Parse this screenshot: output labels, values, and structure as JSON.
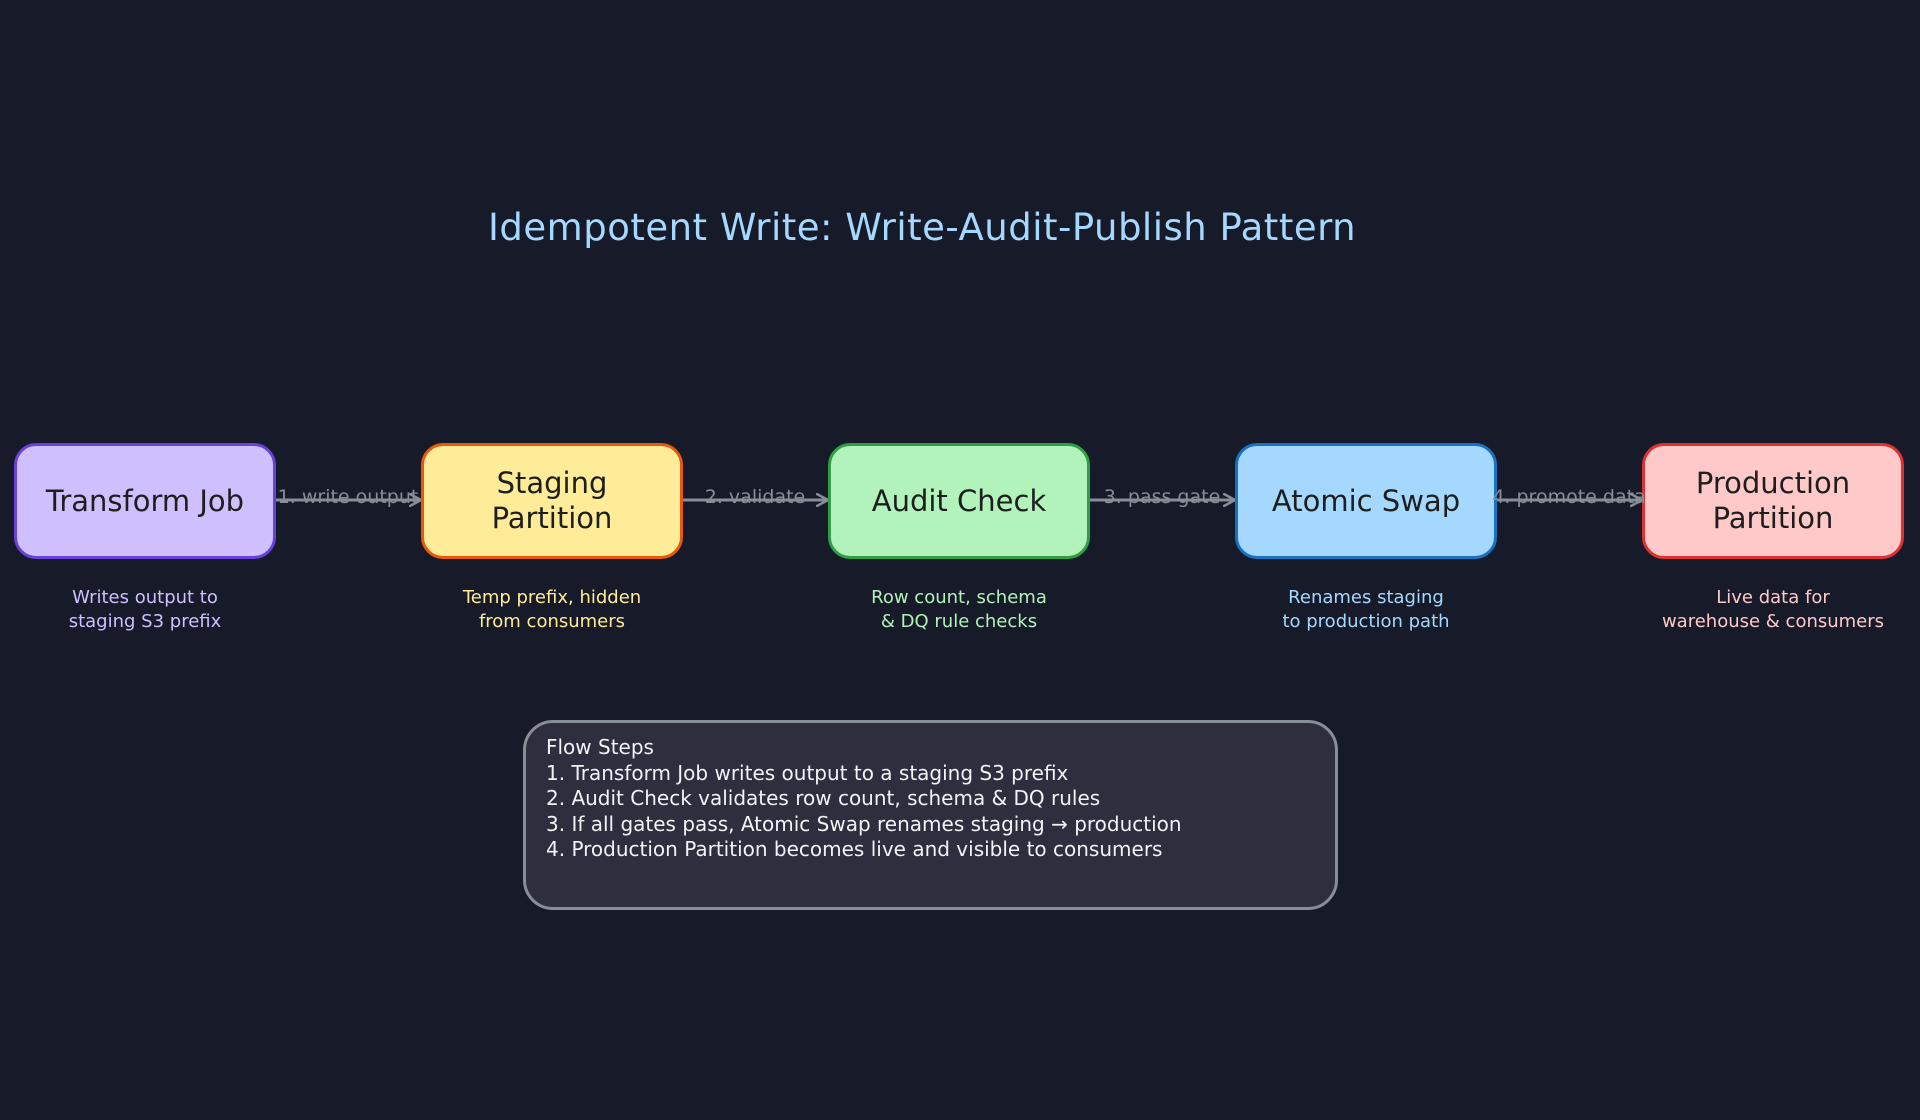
{
  "title": "Idempotent Write: Write-Audit-Publish Pattern",
  "nodes": [
    {
      "label": "Transform Job",
      "fill": "#d0bfff",
      "stroke": "#6741d9",
      "caption": "Writes output to\nstaging S3 prefix",
      "caption_color": "#d0bfff"
    },
    {
      "label": "Staging\nPartition",
      "fill": "#ffec99",
      "stroke": "#e8590c",
      "caption": "Temp prefix, hidden\nfrom consumers",
      "caption_color": "#ffec99"
    },
    {
      "label": "Audit Check",
      "fill": "#b2f2bb",
      "stroke": "#2f9e44",
      "caption": "Row count, schema\n& DQ rule checks",
      "caption_color": "#b2f2bb"
    },
    {
      "label": "Atomic Swap",
      "fill": "#a5d8ff",
      "stroke": "#1971c2",
      "caption": "Renames staging\nto production path",
      "caption_color": "#a5d8ff"
    },
    {
      "label": "Production\nPartition",
      "fill": "#ffc9c9",
      "stroke": "#e03131",
      "caption": "Live data for\nwarehouse & consumers",
      "caption_color": "#ffc9c9"
    }
  ],
  "edges": [
    {
      "label": "1. write output"
    },
    {
      "label": "2. validate"
    },
    {
      "label": "3. pass gate"
    },
    {
      "label": "4. promote data"
    }
  ],
  "notes": {
    "heading": "Flow Steps",
    "lines": [
      "1. Transform Job writes output to a staging S3 prefix",
      "2. Audit Check validates row count, schema & DQ rules",
      "3. If all gates pass, Atomic Swap renames staging → production",
      "4. Production Partition becomes live and visible to consumers"
    ]
  },
  "colors": {
    "background": "#171a28",
    "title": "#a5d8ff",
    "edge": "#868e96",
    "notes_fill": "#2e2e3e"
  }
}
